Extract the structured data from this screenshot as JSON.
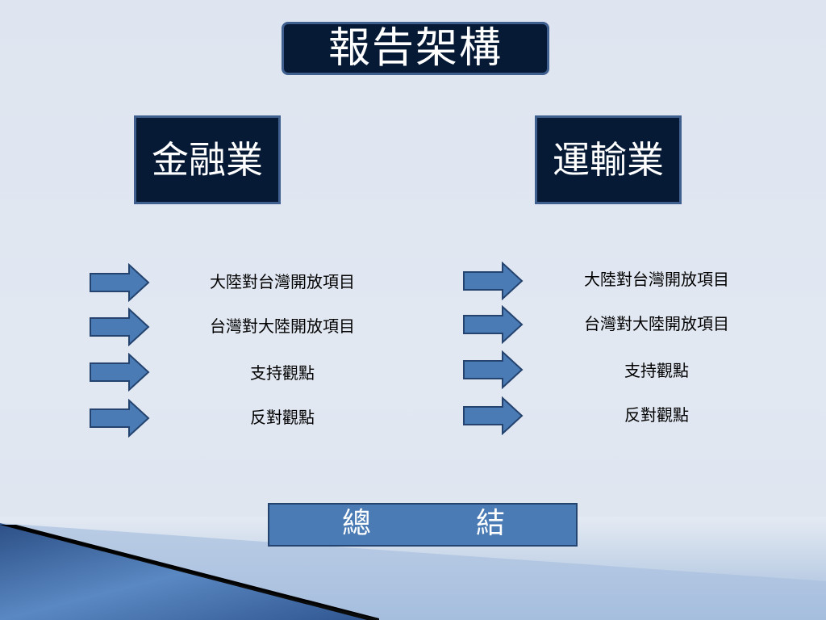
{
  "title": "報告架構",
  "categories": {
    "left": {
      "label": "金融業",
      "items": [
        "大陸對台灣開放項目",
        "台灣對大陸開放項目",
        "支持觀點",
        "反對觀點"
      ]
    },
    "right": {
      "label": "運輸業",
      "items": [
        "大陸對台灣開放項目",
        "台灣對大陸開放項目",
        "支持觀點",
        "反對觀點"
      ]
    }
  },
  "summary": {
    "char1": "總",
    "char2": "結"
  },
  "colors": {
    "box_fill": "#061a35",
    "box_border": "#3f5f8f",
    "arrow_fill": "#4a7bb5",
    "summary_fill": "#4a7bb5"
  }
}
